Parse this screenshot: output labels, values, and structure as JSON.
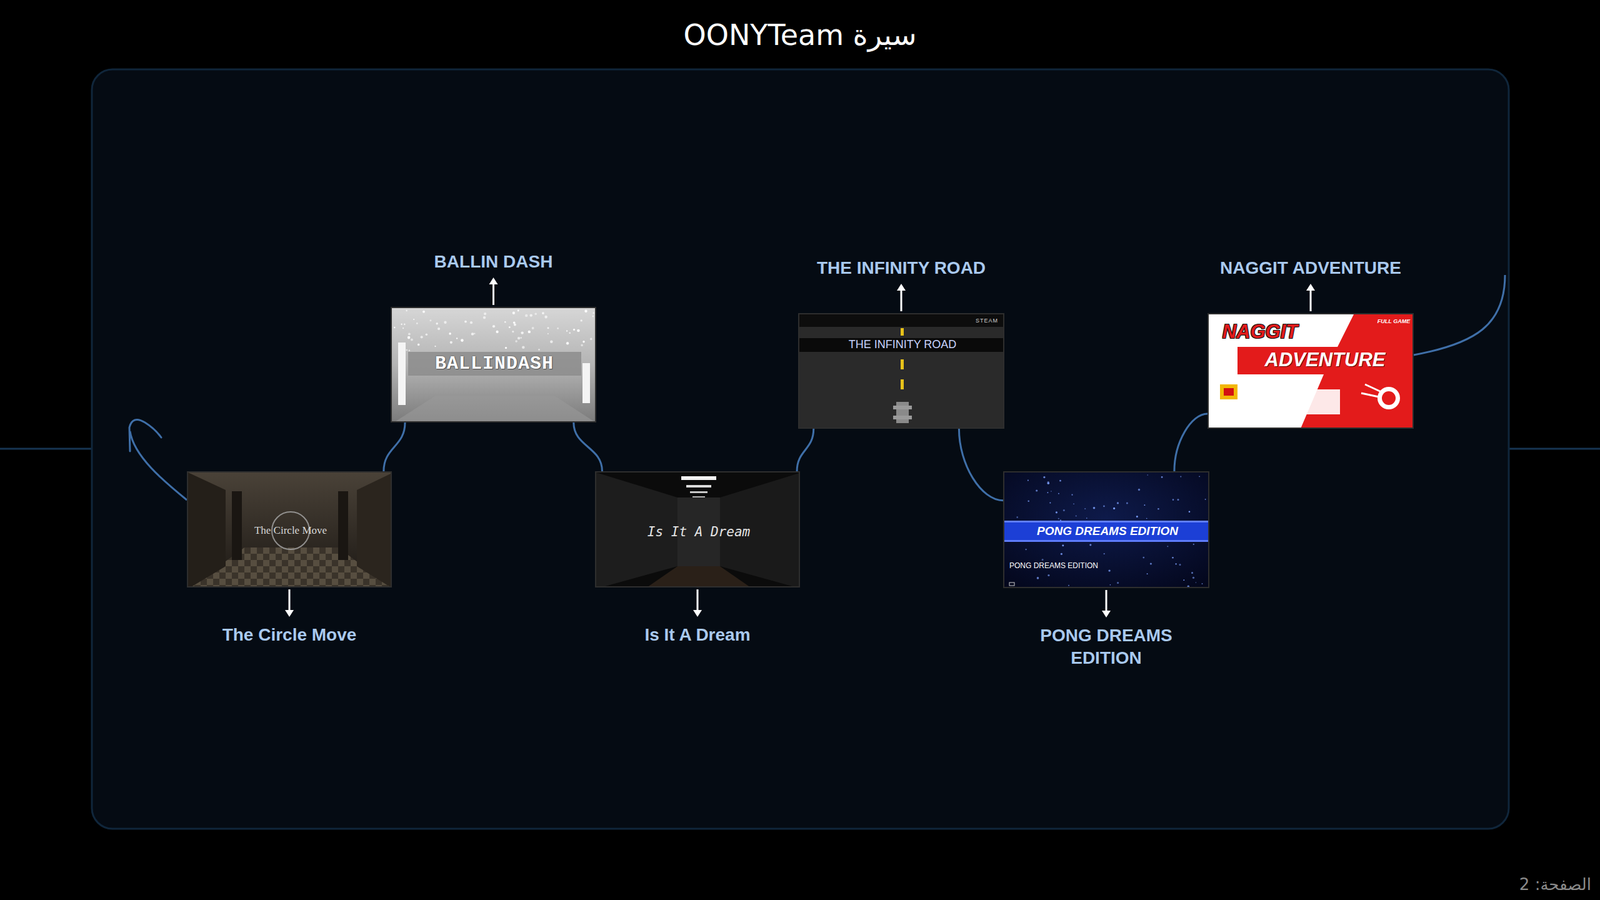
{
  "diagram": {
    "title": "سيرة OONYTeam",
    "nodes": [
      {
        "text": [
          "The Circle Move",
          "The Circle Move"
        ]
      },
      {
        "text": [
          "BALLIN DASH",
          "BALLINDASH"
        ]
      },
      {
        "text": [
          "Is It A Dream",
          "Is It A Dream"
        ]
      },
      {
        "text": [
          "THE INFINITY ROAD",
          "THE INFINITY ROAD",
          "STEAM"
        ]
      },
      {
        "text": [
          "PONG DREAMS EDITION",
          "PONG DREAMS EDITION",
          "PONG DREAMS EDITION"
        ]
      },
      {
        "text": [
          "NAGGIT ADVENTURE",
          "NAGGIT",
          "ADVENTURE",
          "FULL GAME"
        ]
      }
    ],
    "edges": [
      {
        "from": 0,
        "to": 1,
        "arrow": "none"
      },
      {
        "from": 1,
        "to": 2,
        "arrow": "none"
      },
      {
        "from": 2,
        "to": 3,
        "arrow": "none"
      },
      {
        "from": 3,
        "to": 4,
        "arrow": "none"
      },
      {
        "from": 4,
        "to": 5,
        "arrow": "none"
      }
    ],
    "labels": [
      "الصفحة: 2"
    ]
  }
}
